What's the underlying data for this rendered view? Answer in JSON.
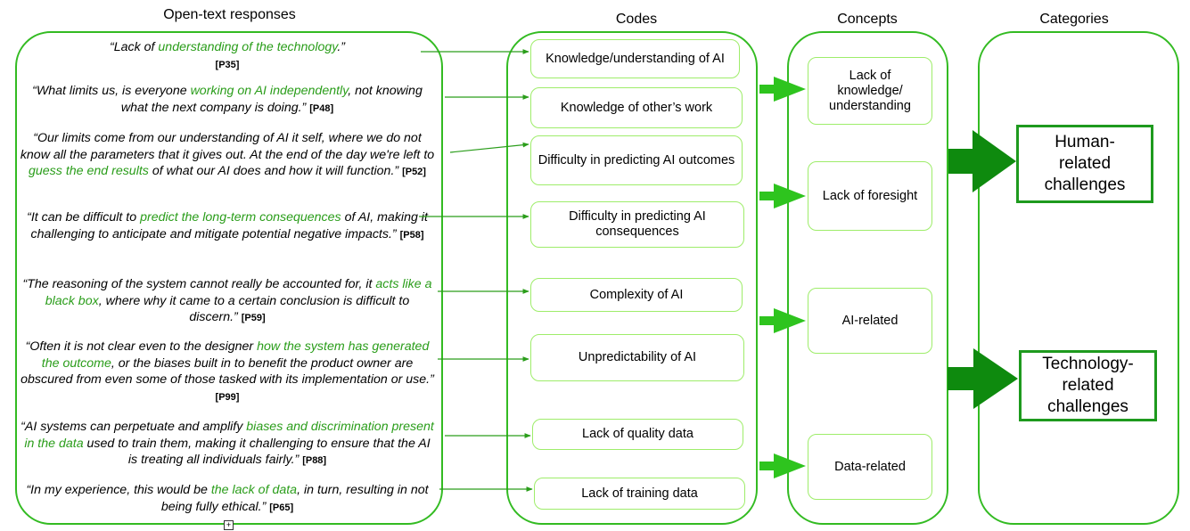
{
  "headers": {
    "responses": "Open-text responses",
    "codes": "Codes",
    "concepts": "Concepts",
    "categories": "Categories"
  },
  "responses": [
    {
      "parts": [
        {
          "t": "“Lack of "
        },
        {
          "t": "understanding of the technology",
          "h": true
        },
        {
          "t": ".”"
        }
      ],
      "ref": "[P35]"
    },
    {
      "parts": [
        {
          "t": "“What limits us, is everyone "
        },
        {
          "t": "working on AI independently",
          "h": true
        },
        {
          "t": ", not knowing what the next company is doing.” "
        }
      ],
      "ref": "[P48]"
    },
    {
      "parts": [
        {
          "t": "“Our limits come from our understanding of AI it self, where we do not know all the parameters that it gives out. At the end of the day we're left to "
        },
        {
          "t": "guess the end results",
          "h": true
        },
        {
          "t": " of what our AI does and how it will function.” "
        }
      ],
      "ref": "[P52]"
    },
    {
      "parts": [
        {
          "t": "“It can be difficult to "
        },
        {
          "t": "predict the long-term consequences",
          "h": true
        },
        {
          "t": " of AI, making it challenging to anticipate and mitigate potential negative impacts.” "
        }
      ],
      "ref": "[P58]"
    },
    {
      "parts": [
        {
          "t": "“The reasoning of the system cannot really be accounted for, it "
        },
        {
          "t": "acts like a black box",
          "h": true
        },
        {
          "t": ", where why it came to a certain conclusion is difficult to discern.” "
        }
      ],
      "ref": "[P59]"
    },
    {
      "parts": [
        {
          "t": "“Often it is not clear even to the designer "
        },
        {
          "t": "how the system has generated the outcome",
          "h": true
        },
        {
          "t": ", or the biases built in to benefit the product owner are obscured from even some of those tasked with its implementation or use.” "
        }
      ],
      "ref": "[P99]"
    },
    {
      "parts": [
        {
          "t": "“AI systems can perpetuate and amplify "
        },
        {
          "t": "biases and discrimination present in the data",
          "h": true
        },
        {
          "t": " used to train them, making it challenging to ensure that the AI is treating all individuals fairly.” "
        }
      ],
      "ref": "[P88]"
    },
    {
      "parts": [
        {
          "t": "“In my experience, this would be "
        },
        {
          "t": "the lack of data",
          "h": true
        },
        {
          "t": ", in turn, resulting in not being fully ethical.” "
        }
      ],
      "ref": "[P65]"
    }
  ],
  "codes": [
    "Knowledge/understanding of AI",
    "Knowledge of other’s work",
    "Difficulty in predicting AI outcomes",
    "Difficulty in predicting AI consequences",
    "Complexity of AI",
    "Unpredictability of AI",
    "Lack of quality data",
    "Lack of training data"
  ],
  "concepts": [
    "Lack of knowledge/ understanding",
    "Lack of foresight",
    "AI-related",
    "Data-related"
  ],
  "categories": [
    "Human-related challenges",
    "Technology-related challenges"
  ],
  "colors": {
    "panel_border": "#33bb22",
    "box_border": "#9eed6a",
    "highlight": "#2a9d1a",
    "arrow_small": "#2ec41e",
    "arrow_large": "#0e8a0e",
    "category_border": "#1e9a1e"
  }
}
